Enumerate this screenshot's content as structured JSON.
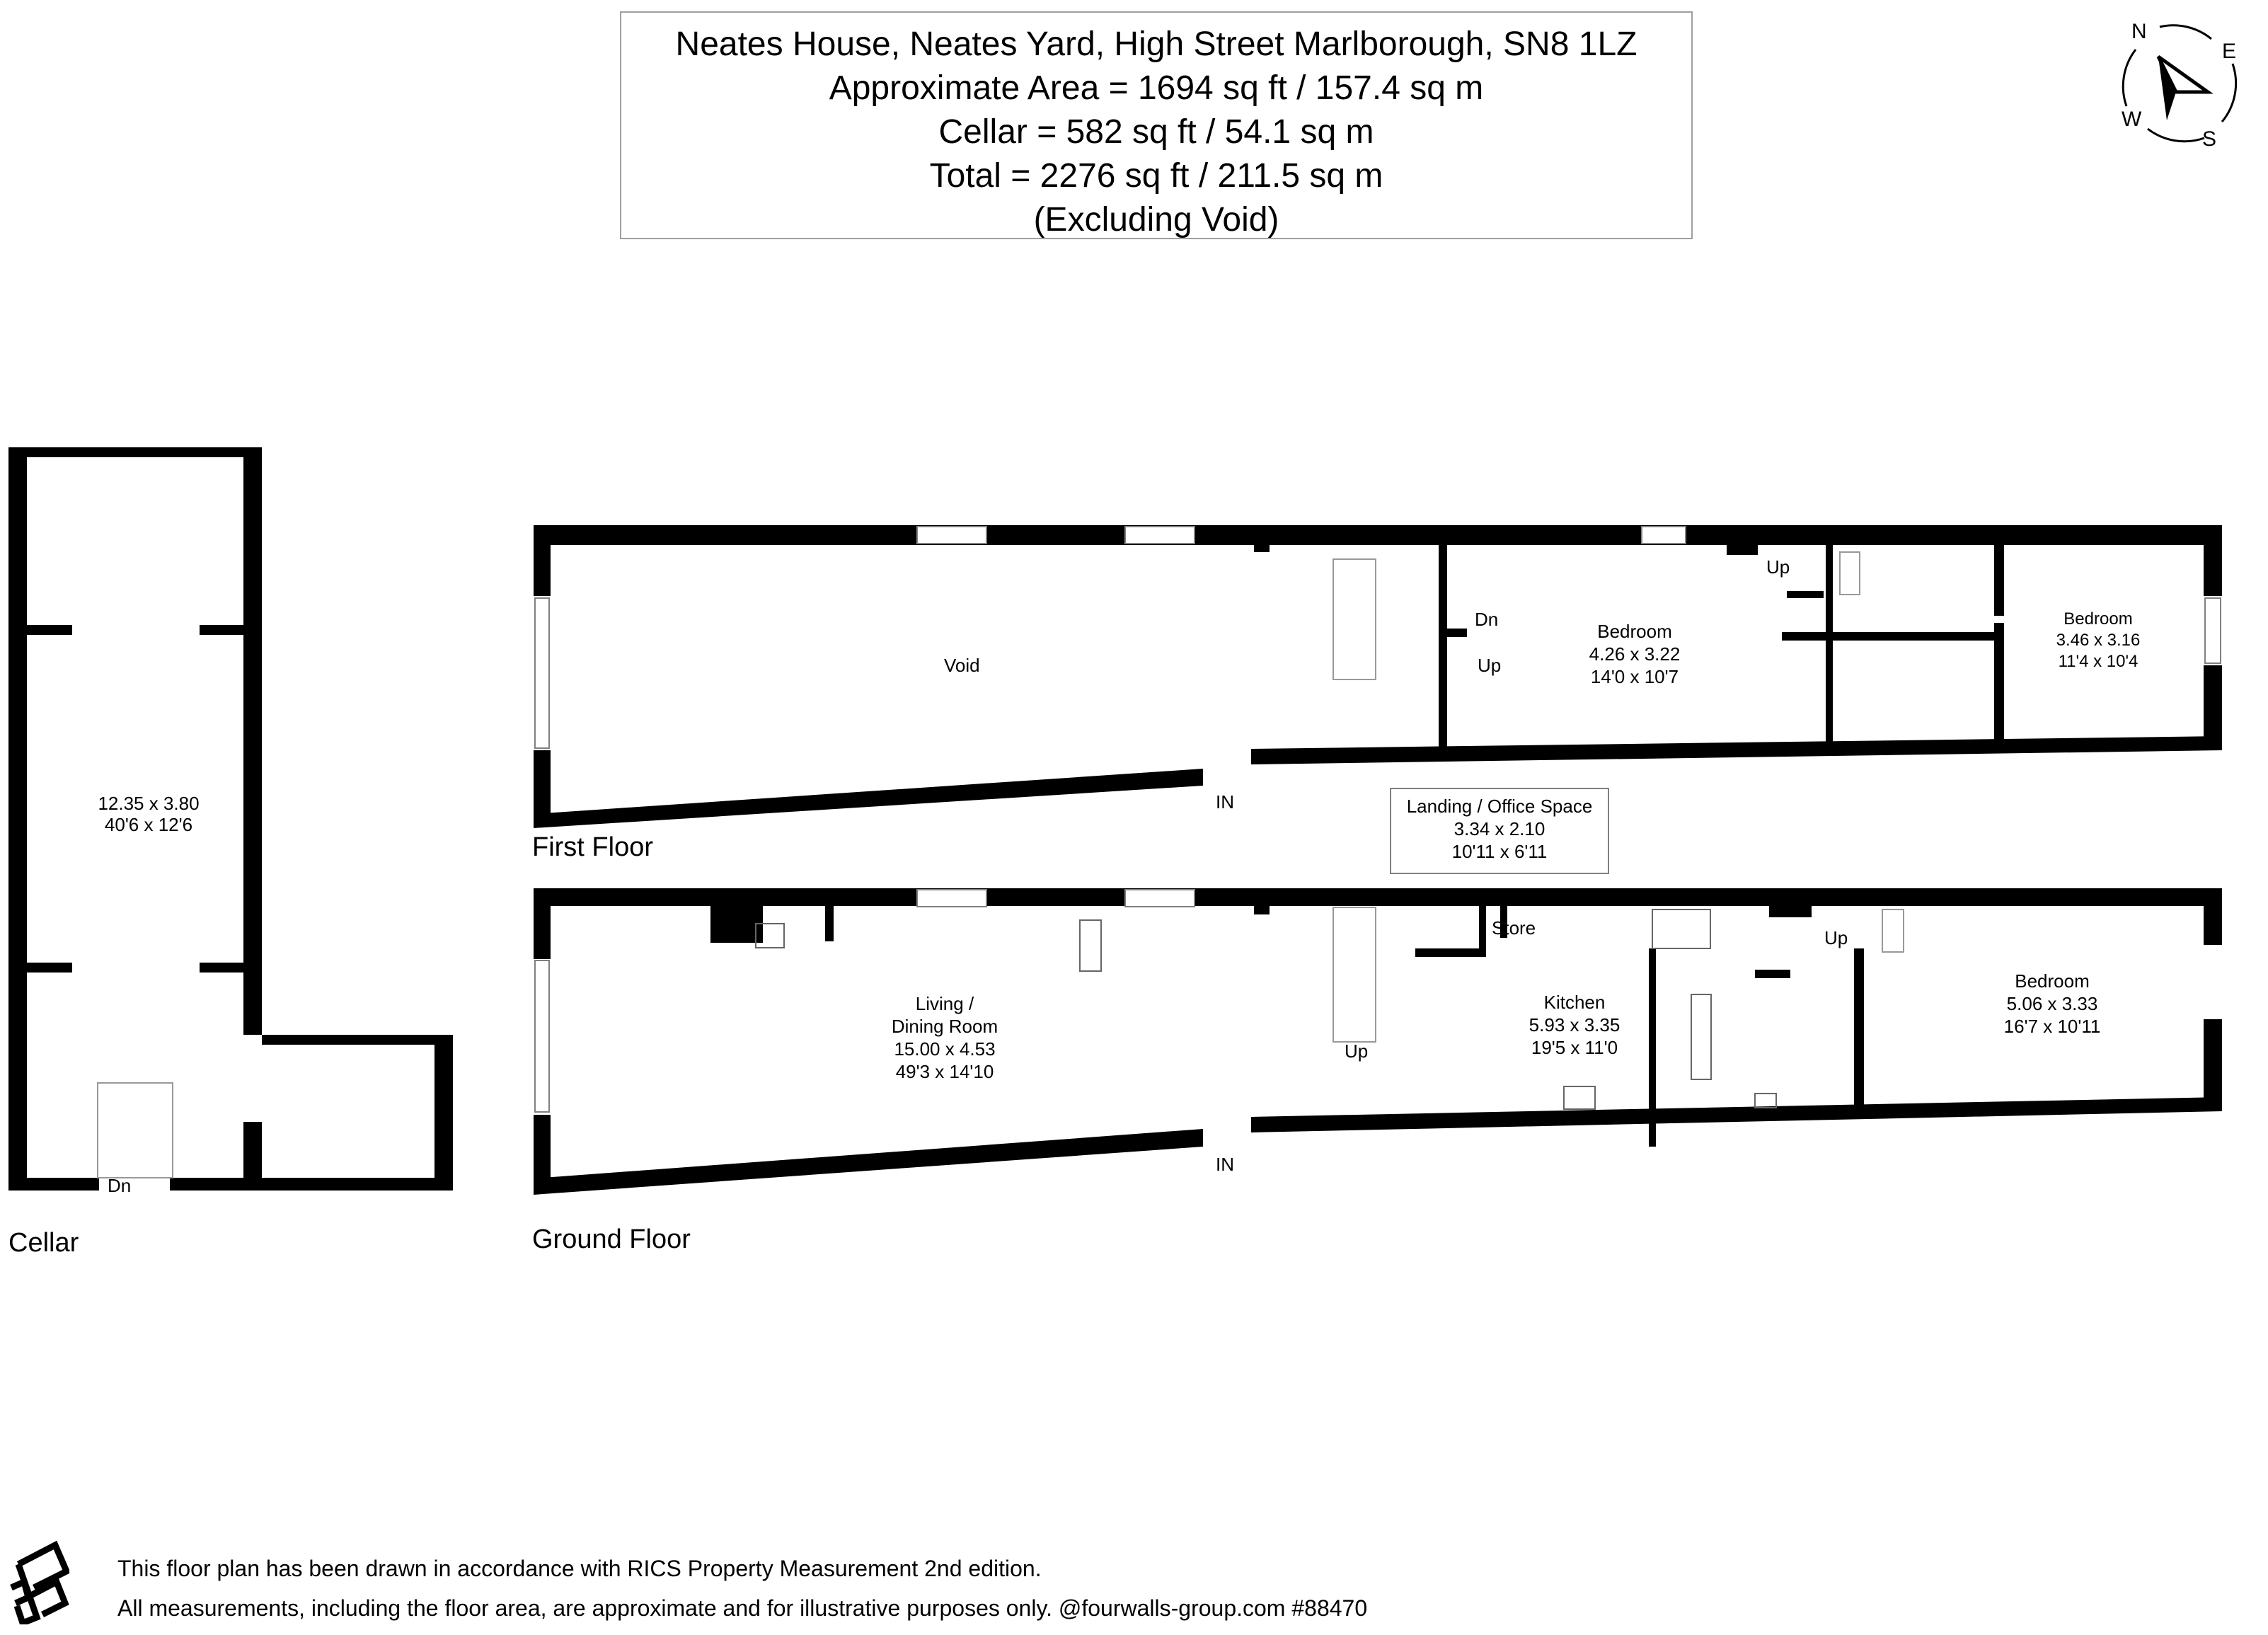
{
  "header": {
    "address": "Neates House, Neates Yard, High Street Marlborough, SN8 1LZ",
    "approximate_area": "Approximate Area = 1694 sq ft / 157.4 sq m",
    "cellar_area": "Cellar = 582 sq ft / 54.1 sq m",
    "total_area": "Total = 2276 sq ft / 211.5 sq m",
    "note": "(Excluding Void)"
  },
  "compass": {
    "n": "N",
    "e": "E",
    "s": "S",
    "w": "W",
    "icon": "compass-north-arrow-icon"
  },
  "cellar": {
    "title": "Cellar",
    "room": {
      "metric": "12.35 x 3.80",
      "imperial": "40'6 x 12'6"
    },
    "stairs_label": "Dn"
  },
  "first_floor": {
    "title": "First Floor",
    "void": "Void",
    "entrance": "IN",
    "stairs_dn": "Dn",
    "stairs_up": "Up",
    "stairs_up_2": "Up",
    "bedroom_1": {
      "name": "Bedroom",
      "metric": "4.26 x 3.22",
      "imperial": "14'0 x 10'7"
    },
    "bedroom_2": {
      "name": "Bedroom",
      "metric": "3.46 x 3.16",
      "imperial": "11'4 x 10'4"
    },
    "landing": {
      "name": "Landing / Office Space",
      "metric": "3.34 x 2.10",
      "imperial": "10'11 x 6'11"
    }
  },
  "ground_floor": {
    "title": "Ground Floor",
    "entrance": "IN",
    "stairs_up": "Up",
    "stairs_up_2": "Up",
    "living": {
      "name_line1": "Living /",
      "name_line2": "Dining Room",
      "metric": "15.00 x 4.53",
      "imperial": "49'3 x 14'10"
    },
    "store": "Store",
    "kitchen": {
      "name": "Kitchen",
      "metric": "5.93 x 3.35",
      "imperial": "19'5 x 11'0"
    },
    "bedroom": {
      "name": "Bedroom",
      "metric": "5.06 x 3.33",
      "imperial": "16'7 x 10'11"
    }
  },
  "footer": {
    "line1": "This floor plan has been drawn in accordance with RICS Property Measurement 2nd edition.",
    "line2": "All measurements, including the floor area, are approximate and for illustrative purposes only. @fourwalls-group.com #88470",
    "logo": "fourwalls-logo-icon"
  },
  "colors": {
    "wall": "#000000",
    "window": "#808080",
    "header_border": "#a0a0a0",
    "background": "#ffffff"
  }
}
